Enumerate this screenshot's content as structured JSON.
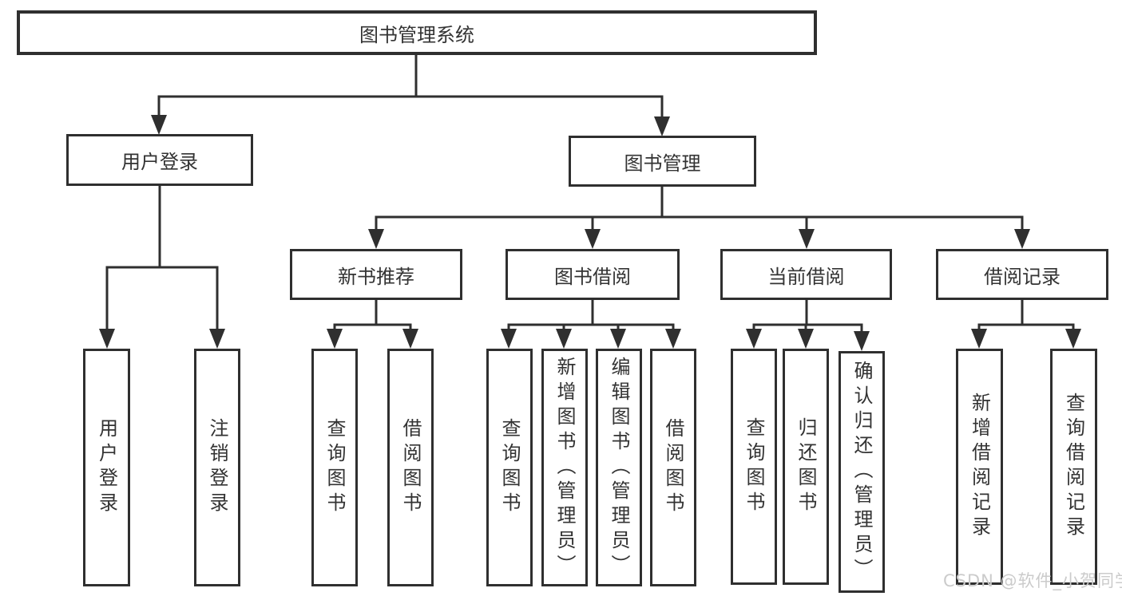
{
  "tree": {
    "label": "图书管理系统",
    "children": [
      {
        "label": "用户登录",
        "children": [
          {
            "label": "用户登录"
          },
          {
            "label": "注销登录"
          }
        ]
      },
      {
        "label": "图书管理",
        "children": [
          {
            "label": "新书推荐",
            "children": [
              {
                "label": "查询图书"
              },
              {
                "label": "借阅图书"
              }
            ]
          },
          {
            "label": "图书借阅",
            "children": [
              {
                "label": "查询图书"
              },
              {
                "label": "新增图书（管理员）"
              },
              {
                "label": "编辑图书（管理员）"
              },
              {
                "label": "借阅图书"
              }
            ]
          },
          {
            "label": "当前借阅",
            "children": [
              {
                "label": "查询图书"
              },
              {
                "label": "归还图书"
              },
              {
                "label": "确认归还（管理员）"
              }
            ]
          },
          {
            "label": "借阅记录",
            "children": [
              {
                "label": "新增借阅记录"
              },
              {
                "label": "查询借阅记录"
              }
            ]
          }
        ]
      }
    ]
  },
  "watermark": "CSDN @软件_小贺同学",
  "colors": {
    "line": "#2f2f2f",
    "box_border": "#2f2f2f",
    "text": "#333333",
    "background": "#ffffff",
    "watermark": "#cbcbcb"
  }
}
